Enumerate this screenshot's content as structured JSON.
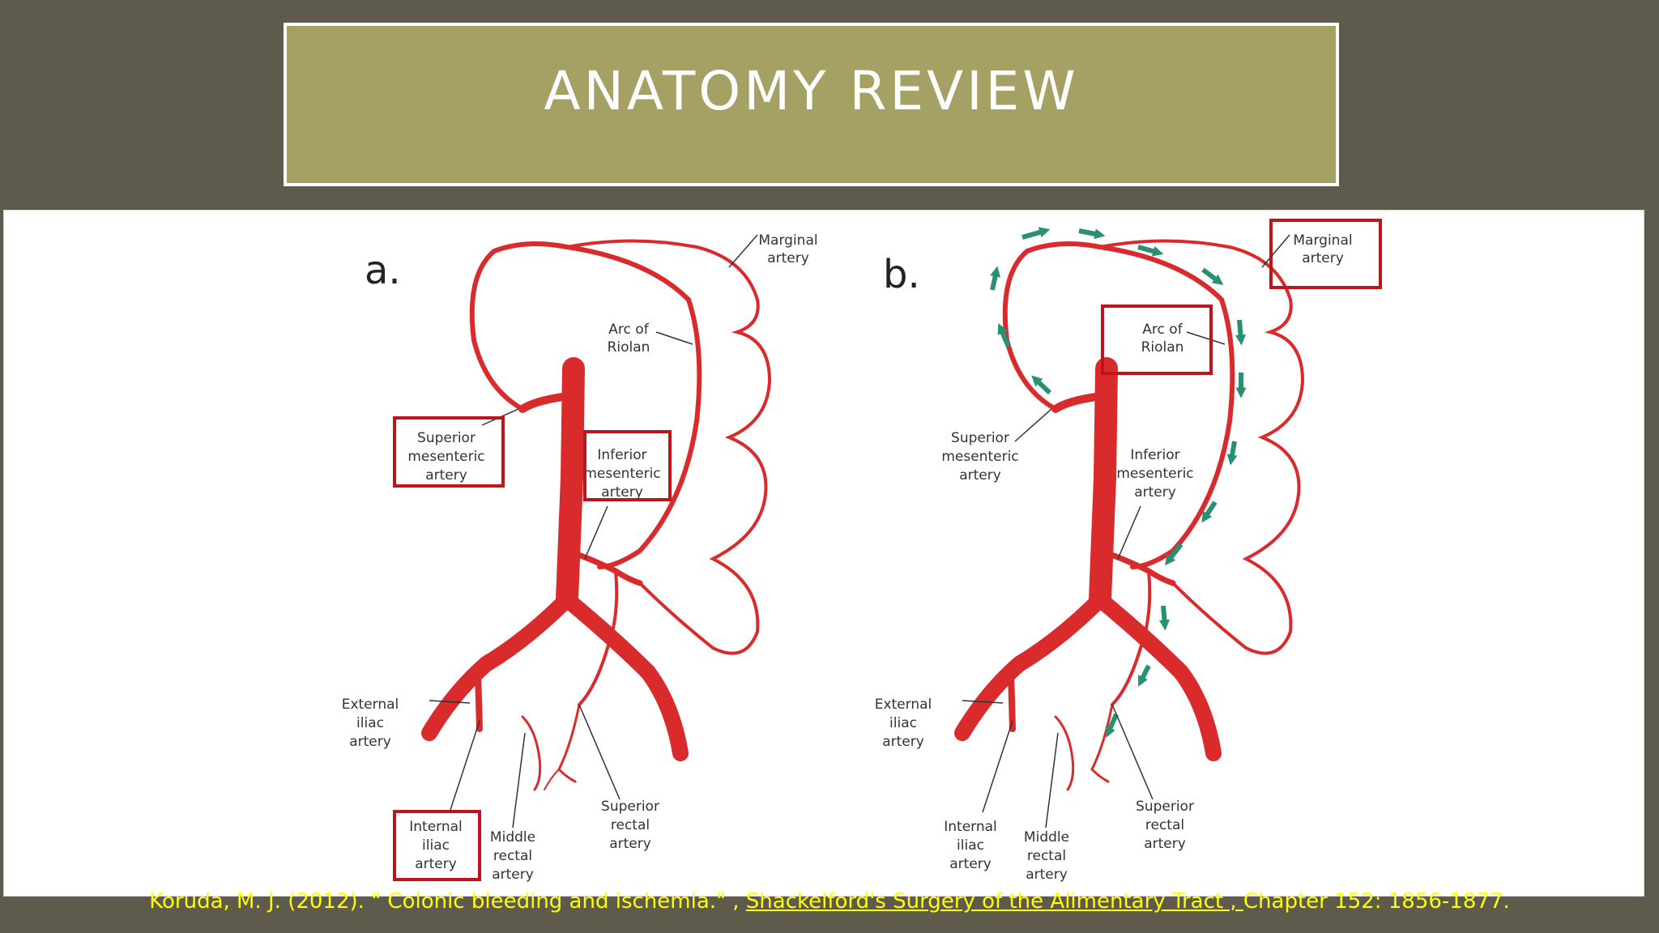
{
  "slide": {
    "title": "ANATOMY REVIEW"
  },
  "figure": {
    "panel_a": {
      "letter": "a.",
      "labels": {
        "marginal_l1": "Marginal",
        "marginal_l2": "artery",
        "riolan_l1": "Arc of",
        "riolan_l2": "Riolan",
        "sma_l1": "Superior",
        "sma_l2": "mesenteric",
        "sma_l3": "artery",
        "ima_l1": "Inferior",
        "ima_l2": "mesenteric",
        "ima_l3": "artery",
        "ext_l1": "External",
        "ext_l2": "iliac",
        "ext_l3": "artery",
        "int_l1": "Internal",
        "int_l2": "iliac",
        "int_l3": "artery",
        "mid_l1": "Middle",
        "mid_l2": "rectal",
        "mid_l3": "artery",
        "sup_l1": "Superior",
        "sup_l2": "rectal",
        "sup_l3": "artery"
      }
    },
    "panel_b": {
      "letter": "b.",
      "labels": {
        "marginal_l1": "Marginal",
        "marginal_l2": "artery",
        "riolan_l1": "Arc of",
        "riolan_l2": "Riolan",
        "sma_l1": "Superior",
        "sma_l2": "mesenteric",
        "sma_l3": "artery",
        "ima_l1": "Inferior",
        "ima_l2": "mesenteric",
        "ima_l3": "artery",
        "ext_l1": "External",
        "ext_l2": "iliac",
        "ext_l3": "artery",
        "int_l1": "Internal",
        "int_l2": "iliac",
        "int_l3": "artery",
        "mid_l1": "Middle",
        "mid_l2": "rectal",
        "mid_l3": "artery",
        "sup_l1": "Superior",
        "sup_l2": "rectal",
        "sup_l3": "artery"
      }
    },
    "colors": {
      "artery": "#d92b2b",
      "highlight_box": "#c0141c",
      "flow_arrow": "#2a8f73"
    }
  },
  "citation": {
    "prefix": "Koruda, M. J. (2012). \" Colonic bleeding and ischemia.\" , ",
    "book": "Shackelford's Surgery of the Alimentary Tract , ",
    "suffix": "Chapter 152: 1856-1877."
  }
}
